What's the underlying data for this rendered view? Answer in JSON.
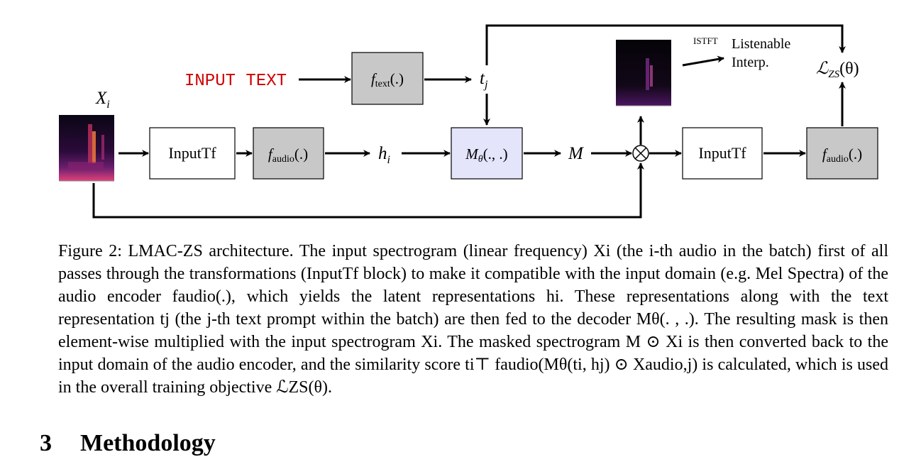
{
  "diagram": {
    "input_text_label": "INPUT TEXT",
    "input_text_color": "#d00000",
    "x_i": "X",
    "x_i_sub": "i",
    "inputtf_label": "InputTf",
    "f_text": "f",
    "f_text_sub": "text",
    "f_audio": "f",
    "f_audio_sub": "audio",
    "args": "(.)",
    "args2": "(., .)",
    "h_i": "h",
    "h_i_sub": "i",
    "t_j": "t",
    "t_j_sub": "j",
    "m_theta": "M",
    "m_theta_sub": "θ",
    "m_out": "M",
    "otimes": "⊗",
    "istft": "ISTFT",
    "listenable_1": "Listenable",
    "listenable_2": "Interp.",
    "loss": "ℒ",
    "loss_sub": "ZS",
    "loss_arg": "(θ)",
    "colors": {
      "gray_box": "#c8c8c8",
      "decoder_box": "#e4e4fb"
    }
  },
  "caption": {
    "text": "Figure 2: LMAC-ZS architecture. The input spectrogram (linear frequency) Xi (the i-th audio in the batch) first of all passes through the transformations (InputTf block) to make it compatible with the input domain (e.g. Mel Spectra) of the audio encoder faudio(.), which yields the latent representations hi. These representations along with the text representation tj (the j-th text prompt within the batch) are then fed to the decoder Mθ(. , .). The resulting mask is then element-wise multiplied with the input spectrogram Xi. The masked spectrogram M ⊙ Xi is then converted back to the input domain of the audio encoder, and the similarity score ti⊤ faudio(Mθ(ti, hj) ⊙ Xaudio,j) is calculated, which is used in the overall training objective ℒZS(θ)."
  },
  "section": {
    "number": "3",
    "title": "Methodology"
  }
}
